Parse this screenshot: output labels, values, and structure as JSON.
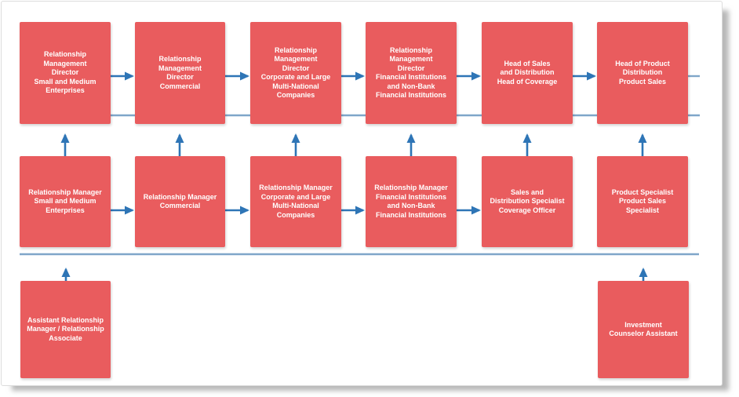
{
  "colors": {
    "box_fill": "#E95C5E",
    "arrow_dark": "#2E75B6",
    "line_light": "#7FA6C9",
    "page_border": "#DCDCDC",
    "text_color": "#FFFFFF"
  },
  "org_chart": {
    "rows": {
      "directors": [
        {
          "label": [
            "Relationship",
            "Management",
            "Director",
            "Small and Medium",
            "Enterprises"
          ]
        },
        {
          "label": [
            "Relationship",
            "Management",
            "Director",
            "Commercial"
          ]
        },
        {
          "label": [
            "Relationship",
            "Management",
            "Director",
            "Corporate and Large",
            "Multi-National",
            "Companies"
          ]
        },
        {
          "label": [
            "Relationship",
            "Management",
            "Director",
            "Financial Institutions",
            "and Non-Bank",
            "Financial Institutions"
          ]
        },
        {
          "label": [
            "Head of Sales",
            "and Distribution",
            "Head of Coverage"
          ]
        },
        {
          "label": [
            "Head of Product",
            "Distribution",
            "Product Sales"
          ]
        }
      ],
      "managers": [
        {
          "label": [
            "Relationship Manager",
            "Small and Medium",
            "Enterprises"
          ]
        },
        {
          "label": [
            "Relationship Manager",
            "Commercial"
          ]
        },
        {
          "label": [
            "Relationship Manager",
            "Corporate and Large",
            "Multi-National",
            "Companies"
          ]
        },
        {
          "label": [
            "Relationship Manager",
            "Financial Institutions",
            "and Non-Bank",
            "Financial Institutions"
          ]
        },
        {
          "label": [
            "Sales and",
            "Distribution Specialist",
            "Coverage Officer"
          ]
        },
        {
          "label": [
            "Product Specialist",
            "Product Sales",
            "Specialist"
          ]
        }
      ],
      "assistants": [
        {
          "label": [
            "Assistant Relationship",
            "Manager / Relationship",
            "Associate"
          ]
        },
        {
          "label": [
            "Investment",
            "Counselor Assistant"
          ]
        }
      ]
    }
  }
}
